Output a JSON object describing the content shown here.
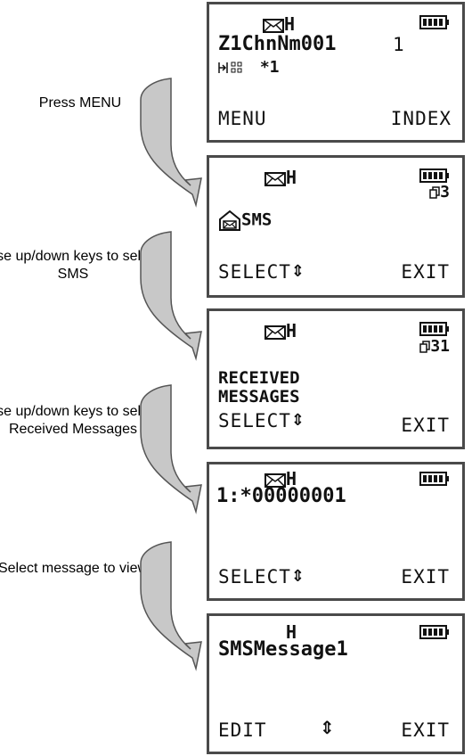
{
  "steps": [
    {
      "label": "Press MENU"
    },
    {
      "label": "Use up/down keys to select SMS"
    },
    {
      "label": "Use up/down keys to select Received Messages"
    },
    {
      "label": "Select message to view"
    }
  ],
  "screens": [
    {
      "status_flag": "H",
      "title": "Z1ChnNm001",
      "channel_number": "1",
      "sub_line": "*1",
      "left_softkey": "MENU",
      "right_softkey": "INDEX"
    },
    {
      "status_flag": "H",
      "menu_count": "3",
      "item": "SMS",
      "left_softkey": "SELECT",
      "right_softkey": "EXIT"
    },
    {
      "status_flag": "H",
      "menu_count": "31",
      "item_line1": "RECEIVED",
      "item_line2": "MESSAGES",
      "left_softkey": "SELECT",
      "right_softkey": "EXIT"
    },
    {
      "status_flag": "H",
      "message_entry": "1:*00000001",
      "left_softkey": "SELECT",
      "right_softkey": "EXIT"
    },
    {
      "status_flag": "H",
      "message_text": "SMSMessage1",
      "left_softkey": "EDIT",
      "right_softkey": "EXIT"
    }
  ],
  "icons": {
    "envelope": "envelope-icon",
    "battery": "battery-icon",
    "menu_count": "menu-page-icon",
    "scan": "scan-icon",
    "sms": "sms-envelope-icon",
    "updown": "up-down-arrows-icon"
  },
  "colors": {
    "screen_border": "#4a4a4a",
    "arrow_fill": "#c8c8c8",
    "arrow_stroke": "#555555"
  }
}
